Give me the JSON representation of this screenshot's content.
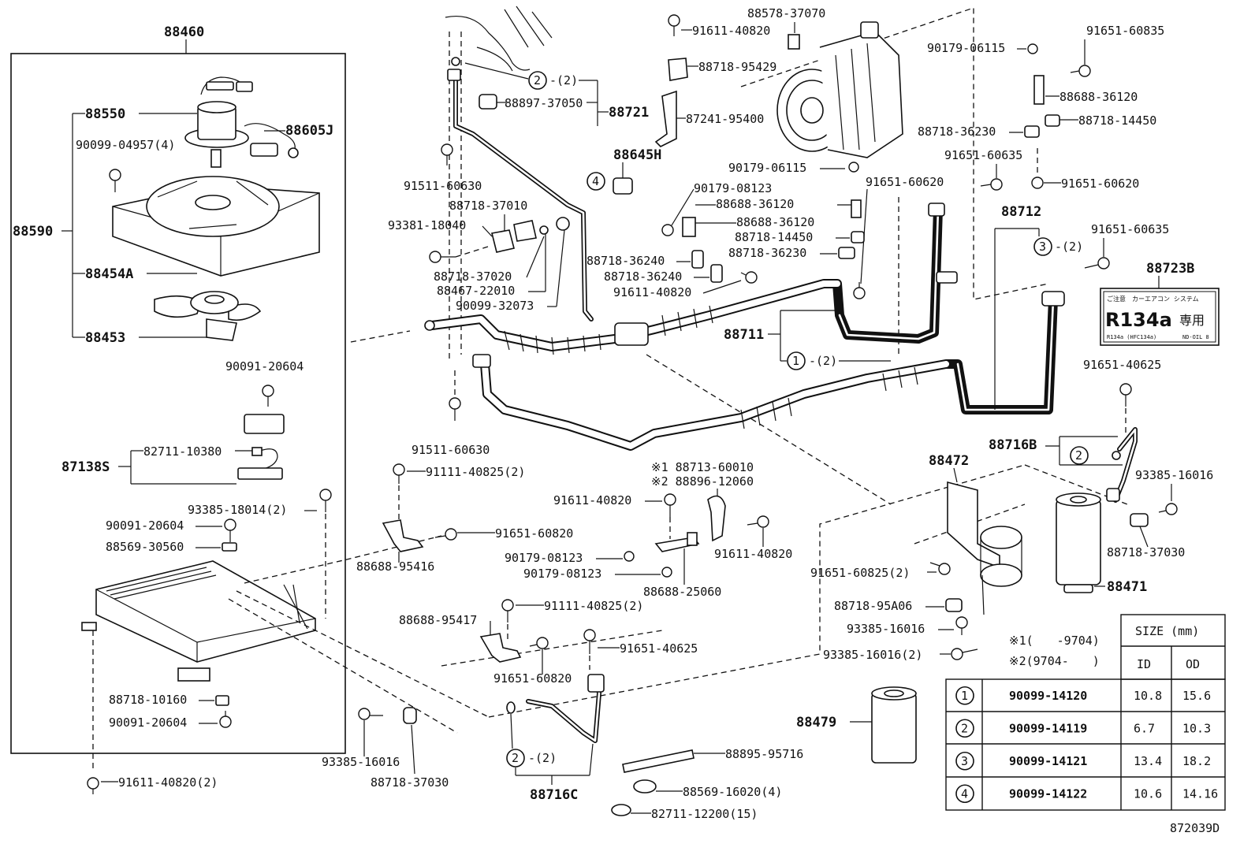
{
  "diagram_id": "872039D",
  "labels": {
    "p88460": "88460",
    "p88550": "88550",
    "p88605J": "88605J",
    "p90099_04957": "90099-04957(4)",
    "p88590": "88590",
    "p88454A": "88454A",
    "p88453": "88453",
    "p90091_20604_top": "90091-20604",
    "p87138S": "87138S",
    "p82711_10380": "82711-10380",
    "p93385_18014": "93385-18014(2)",
    "p90091_20604_mid": "90091-20604",
    "p88569_30560": "88569-30560",
    "p88718_10160": "88718-10160",
    "p90091_20604_bot": "90091-20604",
    "p91611_40820_2": "91611-40820(2)",
    "p88897_37050": "88897-37050",
    "p88721": "88721",
    "p91511_60630_a": "91511-60630",
    "p88645H": "88645H",
    "p88718_37010": "88718-37010",
    "p93381_18040": "93381-18040",
    "p88718_37020": "88718-37020",
    "p88467_22010": "88467-22010",
    "p90099_32073": "90099-32073",
    "p91611_40820_top": "91611-40820",
    "p88578_37070": "88578-37070",
    "p88718_95429": "88718-95429",
    "p87241_95400": "87241-95400",
    "p90179_06115_a": "90179-06115",
    "p90179_08123_a": "90179-08123",
    "p88688_36120_a": "88688-36120",
    "p88688_36120_b": "88688-36120",
    "p88718_14450_a": "88718-14450",
    "p88718_36240_a": "88718-36240",
    "p88718_36230_a": "88718-36230",
    "p88718_36240_b": "88718-36240",
    "p91611_40820_b": "91611-40820",
    "p91651_60620_a": "91651-60620",
    "p88711": "88711",
    "p90179_06115_b": "90179-06115",
    "p91651_60835": "91651-60835",
    "p88688_36120_c": "88688-36120",
    "p88718_14450_b": "88718-14450",
    "p88718_36230_b": "88718-36230",
    "p91651_60635_a": "91651-60635",
    "p91651_60620_b": "91651-60620",
    "p88712": "88712",
    "p91651_60635_b": "91651-60635",
    "p88723B": "88723B",
    "p91651_40625_a": "91651-40625",
    "p88716B": "88716B",
    "p93385_16016_a": "93385-16016",
    "p88718_37030_a": "88718-37030",
    "p88471": "88471",
    "p88472": "88472",
    "p91651_60825_2": "91651-60825(2)",
    "p88718_95A06": "88718-95A06",
    "p93385_16016_b": "93385-16016",
    "p93385_16016_2": "93385-16016(2)",
    "p91511_60630_b": "91511-60630",
    "p91111_40825_a": "91111-40825(2)",
    "p91651_60820_a": "91651-60820",
    "p88688_95416": "88688-95416",
    "p88713_60010": "※1 88713-60010",
    "p88896_12060": "※2 88896-12060",
    "p91611_40820_c": "91611-40820",
    "p91611_40820_d": "91611-40820",
    "p90179_08123_b": "90179-08123",
    "p90179_08123_c": "90179-08123",
    "p88688_25060": "88688-25060",
    "p88688_95417": "88688-95417",
    "p91111_40825_b": "91111-40825(2)",
    "p91651_40625_b": "91651-40625",
    "p91651_60820_b": "91651-60820",
    "p93385_16016_c": "93385-16016",
    "p88718_37030_b": "88718-37030",
    "p88716C": "88716C",
    "p88479": "88479",
    "p88895_95716": "88895-95716",
    "p88569_16020": "88569-16020(4)",
    "p82711_12200": "82711-12200(15)",
    "qty2": "-(2)"
  },
  "callouts": [
    "1",
    "2",
    "3",
    "4"
  ],
  "sticker": {
    "line1": "ご注意　カーエアコン システム",
    "main": "R134a",
    "kanji": "専用",
    "small1": "R134a (HFC134a)",
    "small2": "ND-OIL 8"
  },
  "notes": {
    "note1": "※1(　　-9704)",
    "note2": "※2(9704-　　)"
  },
  "size_table": {
    "title": "SIZE (mm)",
    "col_id": "ID",
    "col_od": "OD",
    "rows": [
      {
        "num": "1",
        "part": "90099-14120",
        "id": "10.8",
        "od": "15.6"
      },
      {
        "num": "2",
        "part": "90099-14119",
        "id": "6.7",
        "od": "10.3"
      },
      {
        "num": "3",
        "part": "90099-14121",
        "id": "13.4",
        "od": "18.2"
      },
      {
        "num": "4",
        "part": "90099-14122",
        "id": "10.6",
        "od": "14.16"
      }
    ]
  }
}
